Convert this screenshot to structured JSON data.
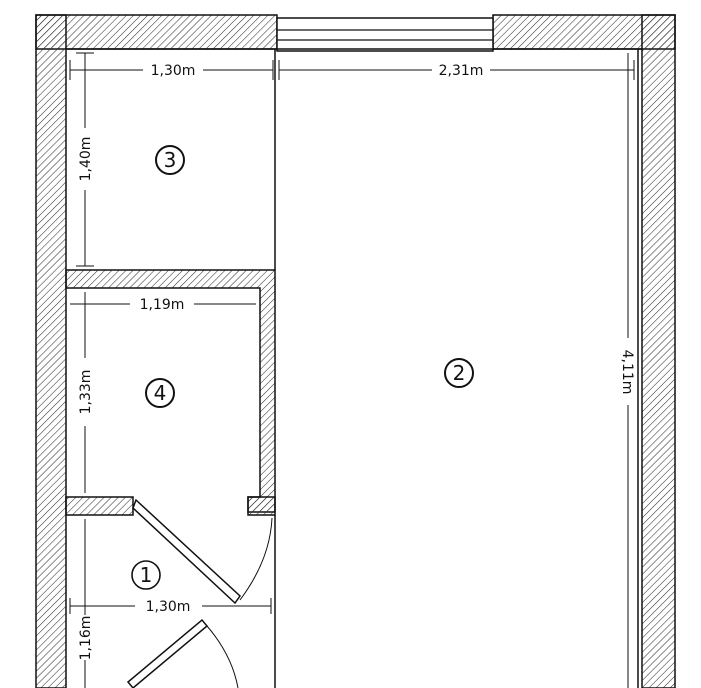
{
  "rooms": [
    {
      "id": "1",
      "label": "1"
    },
    {
      "id": "2",
      "label": "2"
    },
    {
      "id": "3",
      "label": "3"
    },
    {
      "id": "4",
      "label": "4"
    }
  ],
  "dimensions": {
    "room3_width": "1,30m",
    "room3_height": "1,40m",
    "room2_width": "2,31m",
    "room2_height": "4,11m",
    "room4_width": "1,19m",
    "room4_height": "1,33m",
    "room1_width": "1,30m",
    "room1_height": "1,16m"
  },
  "colors": {
    "wall_hatch": "#222222",
    "line": "#111111",
    "background": "#ffffff"
  }
}
